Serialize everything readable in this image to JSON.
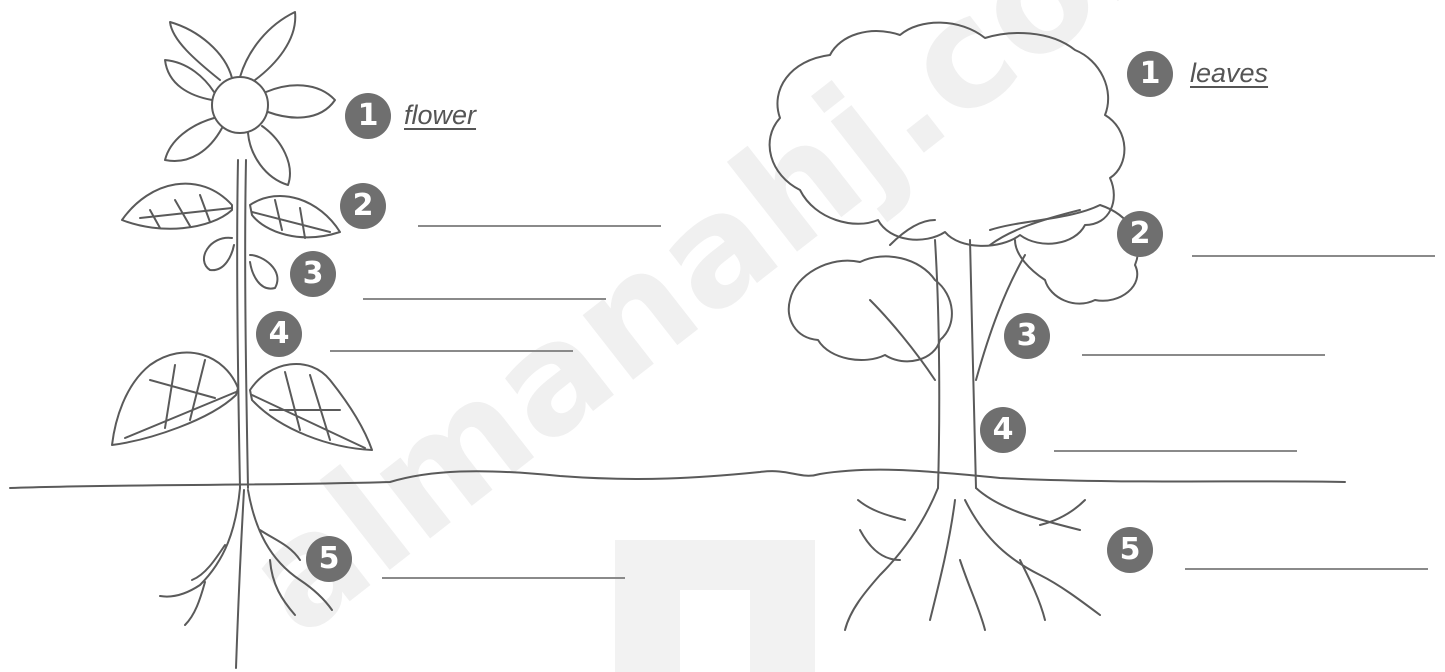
{
  "colors": {
    "badge": "#6f6f6f",
    "line": "#8a8a8a",
    "drawing": "#5a5a5a",
    "watermark": "#efefef"
  },
  "plant": {
    "labels": [
      {
        "number": "1",
        "answer": "flower"
      },
      {
        "number": "2",
        "answer": ""
      },
      {
        "number": "3",
        "answer": ""
      },
      {
        "number": "4",
        "answer": ""
      },
      {
        "number": "5",
        "answer": ""
      }
    ]
  },
  "tree": {
    "labels": [
      {
        "number": "1",
        "answer": "leaves"
      },
      {
        "number": "2",
        "answer": ""
      },
      {
        "number": "3",
        "answer": ""
      },
      {
        "number": "4",
        "answer": ""
      },
      {
        "number": "5",
        "answer": ""
      }
    ]
  },
  "watermark": "almanahj.com/ae"
}
